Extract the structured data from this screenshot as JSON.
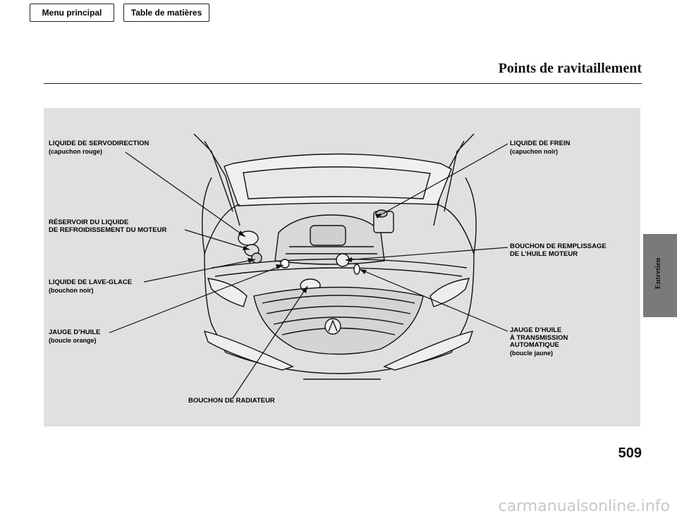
{
  "nav": {
    "main_menu": "Menu principal",
    "toc": "Table de matières"
  },
  "header": {
    "title": "Points de ravitaillement"
  },
  "side_tab": {
    "label": "Entretien"
  },
  "callouts": {
    "power_steering": {
      "label": "LIQUIDE DE SERVODIRECTION",
      "note": "(capuchon rouge)"
    },
    "coolant": {
      "label_line1": "RÉSERVOIR DU LIQUIDE",
      "label_line2": "DE REFROIDISSEMENT DU MOTEUR"
    },
    "washer": {
      "label": "LIQUIDE DE LAVE-GLACE",
      "note": "(bouchon noir)"
    },
    "oil_dipstick": {
      "label": "JAUGE D’HUILE",
      "note": "(boucle orange)"
    },
    "radiator": {
      "label": "BOUCHON DE RADIATEUR"
    },
    "brake": {
      "label": "LIQUIDE DE FREIN",
      "note": "(capuchon noir)"
    },
    "oil_filler": {
      "label_line1": "BOUCHON DE REMPLISSAGE",
      "label_line2": "DE L’HUILE MOTEUR"
    },
    "atf_dipstick": {
      "label_line1": "JAUGE D’HUILE",
      "label_line2": "À TRANSMISSION",
      "label_line3": "AUTOMATIQUE",
      "note": "(boucle jaune)"
    }
  },
  "footer": {
    "page_number": "509",
    "watermark": "carmanualsonline.info"
  }
}
